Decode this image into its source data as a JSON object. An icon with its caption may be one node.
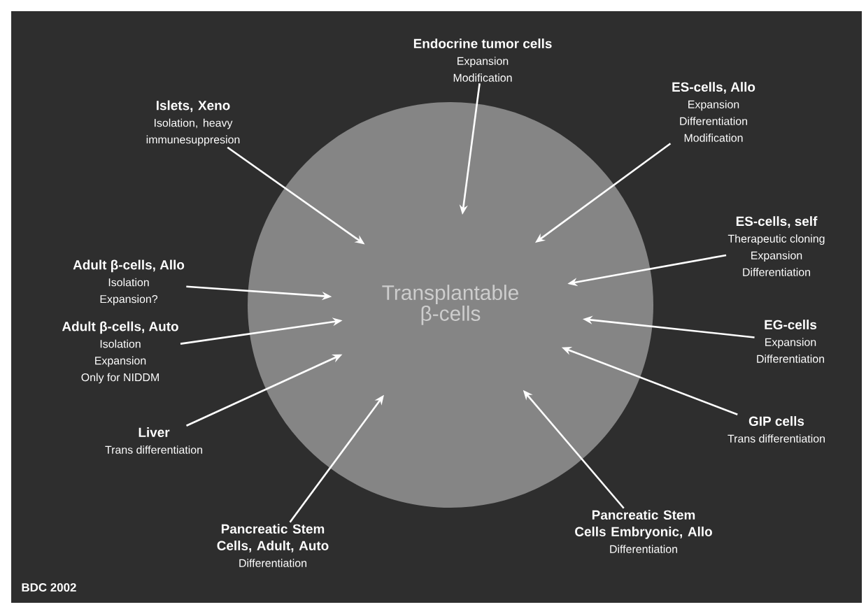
{
  "diagram": {
    "nodes": [
      {
        "text": [
          "Transplantable β-cells"
        ]
      },
      {
        "text": [
          "Endocrine tumor cells",
          "Expansion",
          "Modification"
        ]
      },
      {
        "text": [
          "Islets, Xeno",
          "Isolation, heavy immunesuppresion"
        ]
      },
      {
        "text": [
          "ES-cells, Allo",
          "Expansion",
          "Differentiation",
          "Modification"
        ]
      },
      {
        "text": [
          "ES-cells, self",
          "Therapeutic cloning",
          "Expansion",
          "Differentiation"
        ]
      },
      {
        "text": [
          "Adult β-cells, Allo",
          "Isolation",
          "Expansion?"
        ]
      },
      {
        "text": [
          "Adult β-cells, Auto",
          "Isolation",
          "Expansion",
          "Only for NIDDM"
        ]
      },
      {
        "text": [
          "EG-cells",
          "Expansion",
          "Differentiation"
        ]
      },
      {
        "text": [
          "Liver",
          "Trans differentiation"
        ]
      },
      {
        "text": [
          "GIP cells",
          "Trans differentiation"
        ]
      },
      {
        "text": [
          "Pancreatic Stem Cells, Adult, Auto",
          "Differentiation"
        ]
      },
      {
        "text": [
          "Pancreatic Stem Cells Embryonic, Allo",
          "Differentiation"
        ]
      }
    ],
    "edges": [
      {
        "from": 1,
        "to": 0,
        "arrow": "to"
      },
      {
        "from": 2,
        "to": 0,
        "arrow": "to"
      },
      {
        "from": 3,
        "to": 0,
        "arrow": "to"
      },
      {
        "from": 4,
        "to": 0,
        "arrow": "to"
      },
      {
        "from": 5,
        "to": 0,
        "arrow": "to"
      },
      {
        "from": 6,
        "to": 0,
        "arrow": "to"
      },
      {
        "from": 7,
        "to": 0,
        "arrow": "to"
      },
      {
        "from": 8,
        "to": 0,
        "arrow": "to"
      },
      {
        "from": 9,
        "to": 0,
        "arrow": "to"
      },
      {
        "from": 10,
        "to": 0,
        "arrow": "to"
      },
      {
        "from": 11,
        "to": 0,
        "arrow": "to"
      }
    ],
    "labels": [
      "BDC 2002"
    ]
  }
}
